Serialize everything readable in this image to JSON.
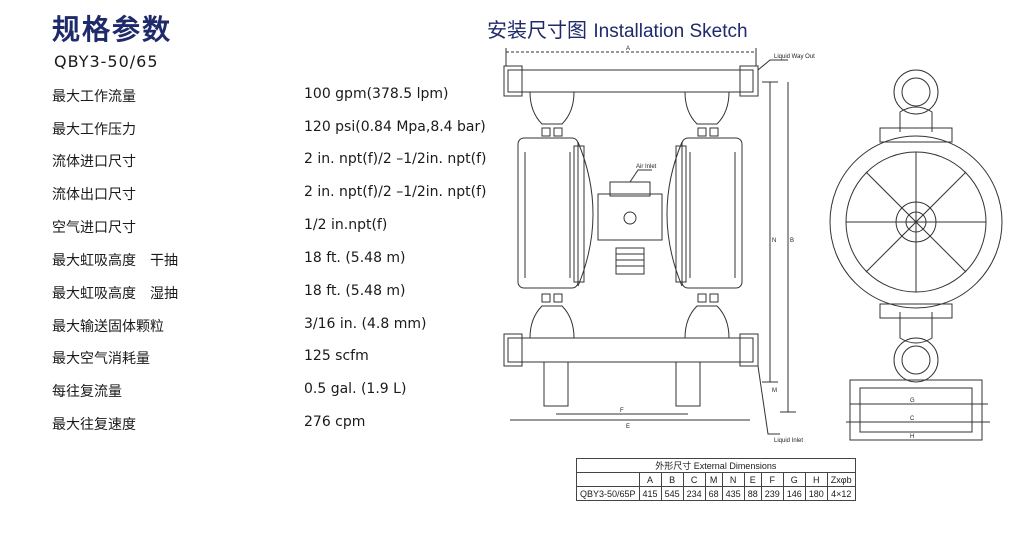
{
  "heading": "规格参数",
  "model": "QBY3-50/65",
  "specs": [
    {
      "label": "最大工作流量",
      "value": "100 gpm(378.5 lpm)"
    },
    {
      "label": "最大工作压力",
      "value": "120 psi(0.84 Mpa,8.4 bar)"
    },
    {
      "label": "流体进口尺寸",
      "value": "2 in. npt(f)/2 –1/2in. npt(f)"
    },
    {
      "label": "流体出口尺寸",
      "value": "2 in. npt(f)/2 –1/2in. npt(f)"
    },
    {
      "label": "空气进口尺寸",
      "value": "1/2 in.npt(f)"
    },
    {
      "label": "最大虹吸高度　干抽",
      "value": "18 ft. (5.48 m)"
    },
    {
      "label": "最大虹吸高度　湿抽",
      "value": "18 ft. (5.48 m)"
    },
    {
      "label": "最大输送固体颗粒",
      "value": "3/16 in. (4.8 mm)"
    },
    {
      "label": "最大空气消耗量",
      "value": "125 scfm"
    },
    {
      "label": "每往复流量",
      "value": "0.5 gal. (1.9 L)"
    },
    {
      "label": "最大往复速度",
      "value": "276 cpm"
    }
  ],
  "sketch": {
    "title_cn": "安装尺寸图",
    "title_en": "Installation Sketch",
    "liquid_way_out": "Liquid Way Out",
    "air_inlet": "Air Inlet",
    "liquid_inlet": "Liquid Inlet",
    "dim_letters": {
      "A": "A",
      "B": "B",
      "C": "C",
      "E": "E",
      "F": "F",
      "G": "G",
      "H": "H",
      "M": "M",
      "N": "N"
    }
  },
  "dimensions_table": {
    "caption": "外形尺寸 External Dimensions",
    "headers": [
      "A",
      "B",
      "C",
      "M",
      "N",
      "E",
      "F",
      "G",
      "H",
      "Zxφb"
    ],
    "row_label": "QBY3-50/65P",
    "values": [
      "415",
      "545",
      "234",
      "68",
      "435",
      "88",
      "239",
      "146",
      "180",
      "4×12"
    ]
  }
}
